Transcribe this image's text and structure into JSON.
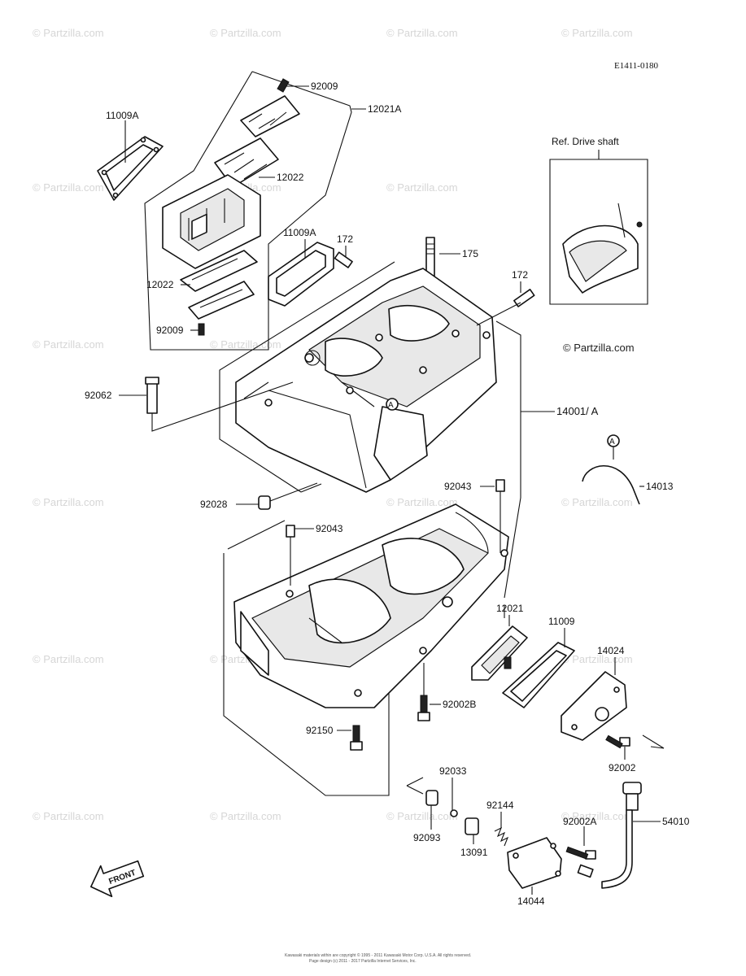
{
  "diagram_code": "E1411-0180",
  "ref_label": "Ref. Drive shaft",
  "watermark": "© Partzilla.com",
  "front_label": "FRONT",
  "marker_letter": "A",
  "copyright_line1": "Kawasaki materials within are copyright © 1995 - 2011 Kawasaki Motor Corp. U.S.A. All rights reserved.",
  "copyright_line2": "Page design (c) 2011 - 2017 Partzilla Internet Services, Inc.",
  "parts": {
    "p92009a": "92009",
    "p12021A": "12021A",
    "p11009A_a": "11009A",
    "p12022a": "12022",
    "p11009A_b": "11009A",
    "p172a": "172",
    "p175": "175",
    "p172b": "172",
    "p12022b": "12022",
    "p92009b": "92009",
    "p92062": "92062",
    "p14001A": "14001/ A",
    "p14013": "14013",
    "p92028": "92028",
    "p92043a": "92043",
    "p92043b": "92043",
    "p12021": "12021",
    "p11009": "11009",
    "p14024": "14024",
    "p92002B": "92002B",
    "p92150": "92150",
    "p92002": "92002",
    "p92033": "92033",
    "p92093": "92093",
    "p92144": "92144",
    "p92002A": "92002A",
    "p54010": "54010",
    "p13091": "13091",
    "p14044": "14044"
  }
}
